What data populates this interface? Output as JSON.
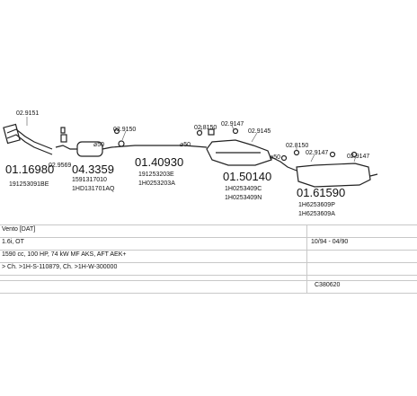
{
  "parts": [
    {
      "id": "p1",
      "main_number": "01.16980",
      "refs": [
        "191253091BE"
      ],
      "callouts": [
        "02.9151"
      ]
    },
    {
      "id": "p2",
      "main_number": "04.3359",
      "refs": [
        "1591317010",
        "1HD131701AQ"
      ],
      "callouts": [
        "02.9569"
      ]
    },
    {
      "id": "p3",
      "main_number": "01.40930",
      "refs": [
        "191253203E",
        "1H0253203A"
      ],
      "callouts": [
        "02.9150"
      ]
    },
    {
      "id": "p4",
      "main_number": "01.50140",
      "refs": [
        "1H0253409C",
        "1H0253409N"
      ],
      "callouts": [
        "02.8150",
        "02.9147",
        "02.9145"
      ]
    },
    {
      "id": "p5",
      "main_number": "01.61590",
      "refs": [
        "1H6253609P",
        "1H6253609A"
      ],
      "callouts": [
        "02.8150",
        "02.9147",
        "02.9147"
      ]
    }
  ],
  "dims": [
    "⌀50",
    "⌀50",
    "⌀50"
  ],
  "table": {
    "rows": [
      {
        "left": "Vento [DAT]",
        "mid": "",
        "right": ""
      },
      {
        "left": "1.6i, OT",
        "mid": "",
        "right": "10/94 - 04/90"
      },
      {
        "left": "1590 cc, 100 HP, 74 kW MF AKS, AFT AEK+",
        "mid": "",
        "right": ""
      },
      {
        "left": "> Ch. >1H-S-110879, Ch. >1H-W-300000",
        "mid": "",
        "right": ""
      },
      {
        "left": "",
        "mid": "",
        "right": ""
      },
      {
        "left": "",
        "mid": "",
        "right": "C380620"
      }
    ]
  }
}
